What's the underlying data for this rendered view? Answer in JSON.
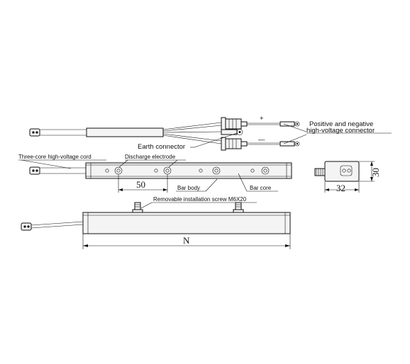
{
  "labels": {
    "hv_connector_line1": "Positive and negative",
    "hv_connector_line2": "high-voltage connector",
    "plus_sign": "+",
    "minus_sign": "—",
    "earth_connector": "Earth connector",
    "three_core_cord": "Three-core high-voltage cord",
    "discharge_electrode": "Discharge electrode",
    "bar_body": "Bar body",
    "bar_core": "Bar core",
    "installation_screw": "Removable installation screw M6X20"
  },
  "dimensions": {
    "electrode_pitch": "50",
    "section_width": "32",
    "section_height": "30",
    "overall_length": "N"
  }
}
